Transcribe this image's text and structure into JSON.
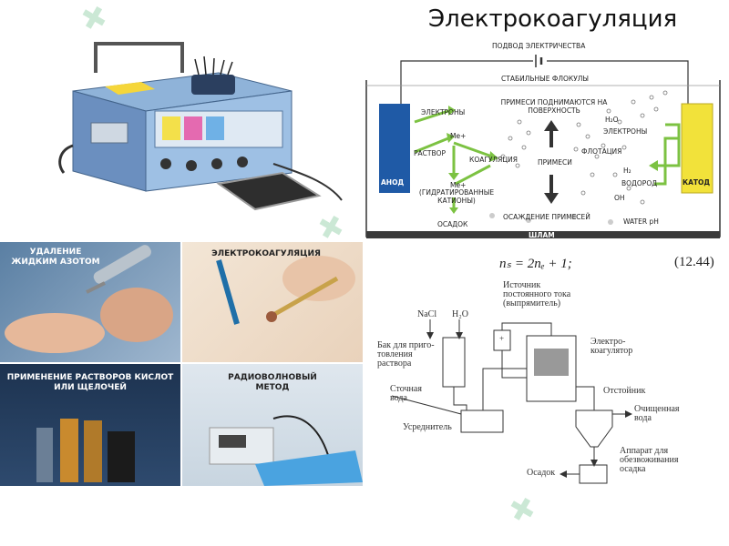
{
  "title": "Электрокоагуляция",
  "diagram": {
    "power_supply": "ПОДВОД ЭЛЕКТРИЧЕСТВА",
    "stable_flocs": "СТАБИЛЬНЫЕ ФЛОКУЛЫ",
    "electrons": "ЭЛЕКТРОНЫ",
    "me_plus_1": "Me+",
    "solution": "РАСТВОР",
    "me_plus_2": "Me+",
    "hydrated_cations": "(ГИДРАТИРОВАННЫЕ КАТИОНЫ)",
    "sediment": "ОСАДОК",
    "coagulation": "КОАГУЛЯЦИЯ",
    "impurities_rise": "ПРИМЕСИ ПОДНИМАЮТСЯ НА ПОВЕРХНОСТЬ",
    "impurities": "ПРИМЕСИ",
    "impurities_settle": "ОСАЖДЕНИЕ ПРИМЕСЕЙ",
    "h2o": "H₂O",
    "electrons_right": "ЭЛЕКТРОНЫ",
    "flotation": "ФЛОТАЦИЯ",
    "h2": "H₂",
    "hydrogen": "ВОДОРОД",
    "oh": "OH",
    "water_ph": "WATER pH",
    "anode": "АНОД",
    "cathode": "КАТОД",
    "sludge": "ШЛАМ"
  },
  "collage": {
    "tile1": "УДАЛЕНИЕ ЖИДКИМ АЗОТОМ",
    "tile2": "ЭЛЕКТРОКОАГУЛЯЦИЯ",
    "tile3": "ПРИМЕНЕНИЕ РАСТВОРОВ КИСЛОТ ИЛИ ЩЕЛОЧЕЙ",
    "tile4": "РАДИОВОЛНОВЫЙ МЕТОД"
  },
  "formula": {
    "text": "nₛ = 2nₑ + 1;",
    "number": "(12.44)"
  },
  "scheme": {
    "nacl": "NaCl",
    "h2o": "H₂O",
    "power_source": "Источник постоянного тока (выпрямитель)",
    "tank": "Бак для приго- товления раствора",
    "electrocoagulator": "Электро- коагулятор",
    "wastewater": "Сточная вода",
    "settler": "Отстойник",
    "averager": "Усреднитель",
    "treated_water": "Очищенная вода",
    "dewatering": "Аппарат для обезвоживания осадка",
    "sludge": "Осадок"
  },
  "colors": {
    "anode": "#1f5aa6",
    "cathode": "#f2e23a",
    "arrow_green": "#7cc242",
    "arrow_dark": "#333333",
    "sludge_bar": "#3a3a3a"
  }
}
